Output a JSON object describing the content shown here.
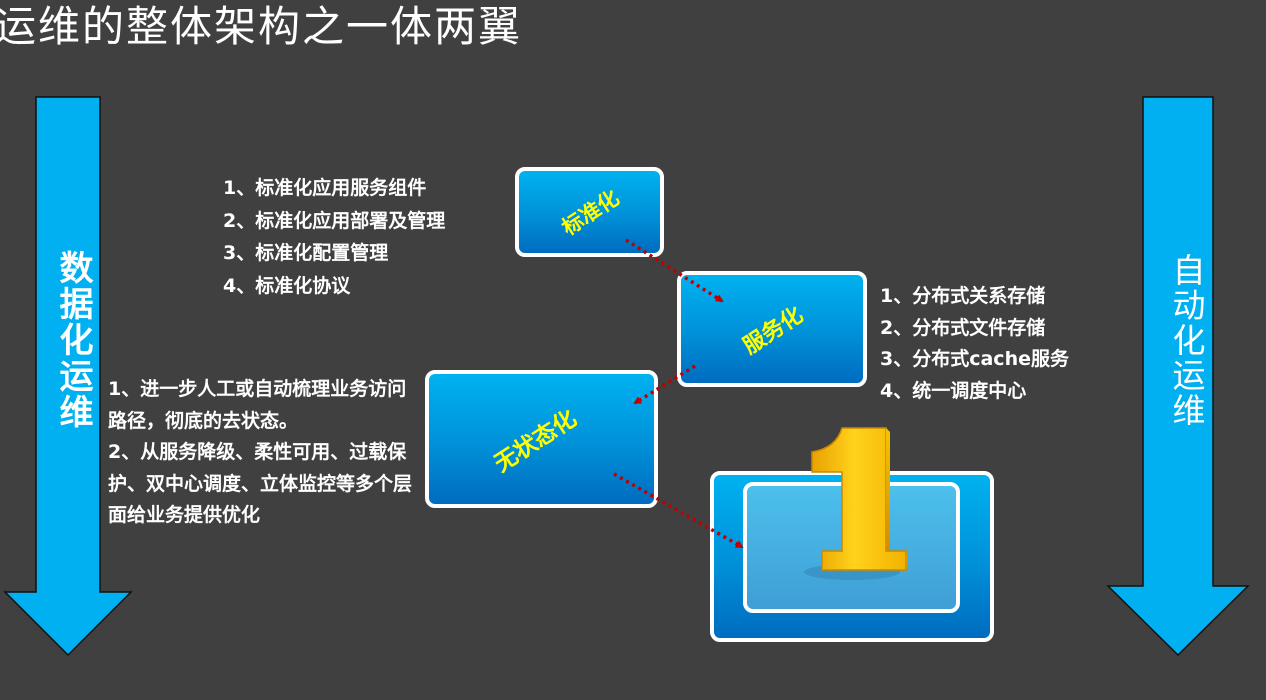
{
  "title": "运维的整体架构之一体两翼",
  "wings": {
    "left": {
      "label": "数据化运维",
      "color": "#00b0f0"
    },
    "right": {
      "label": "自动化运维",
      "color": "#00b0f0"
    }
  },
  "stages": [
    {
      "id": "standardization",
      "label": "标准化",
      "label_color": "#ffff00"
    },
    {
      "id": "service",
      "label": "服务化",
      "label_color": "#ffff00"
    },
    {
      "id": "stateless",
      "label": "无状态化",
      "label_color": "#ffff00"
    },
    {
      "id": "goal",
      "label": "1",
      "label_color": "#f5c400"
    }
  ],
  "notes": {
    "standardization": [
      "1、标准化应用服务组件",
      "2、标准化应用部署及管理",
      "3、标准化配置管理",
      "4、标准化协议"
    ],
    "service": [
      "1、分布式关系存储",
      "2、分布式文件存储",
      "3、分布式cache服务",
      "4、统一调度中心"
    ],
    "stateless": [
      "1、进一步人工或自动梳理业务访问路径，彻底的去状态。",
      "2、从服务降级、柔性可用、过载保护、双中心调度、立体监控等多个层面给业务提供优化"
    ]
  },
  "connectors": {
    "style": "dotted",
    "color": "#c00000"
  },
  "colors": {
    "background": "#404040",
    "box_top": "#00b2f0",
    "box_bottom": "#006cbf",
    "text": "#ffffff"
  }
}
